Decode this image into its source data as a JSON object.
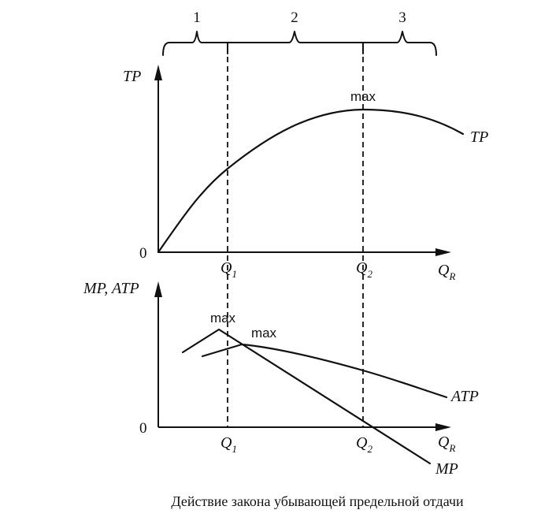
{
  "stages": [
    "1",
    "2",
    "3"
  ],
  "top_chart": {
    "y_axis_label": "TP",
    "origin_label": "0",
    "curve_label": "TP",
    "max_label": "max",
    "x_ticks": [
      {
        "base": "Q",
        "sub": "1"
      },
      {
        "base": "Q",
        "sub": "2"
      }
    ],
    "x_axis_label": {
      "base": "Q",
      "sub": "R"
    }
  },
  "bottom_chart": {
    "y_axis_label": "MP, ATP",
    "origin_label": "0",
    "mp_max_label": "max",
    "atp_max_label": "max",
    "atp_label": "ATP",
    "mp_label": "MP",
    "x_ticks": [
      {
        "base": "Q",
        "sub": "1"
      },
      {
        "base": "Q",
        "sub": "2"
      }
    ],
    "x_axis_label": {
      "base": "Q",
      "sub": "R"
    }
  },
  "caption": "Действие закона убывающей предельной отдачи"
}
